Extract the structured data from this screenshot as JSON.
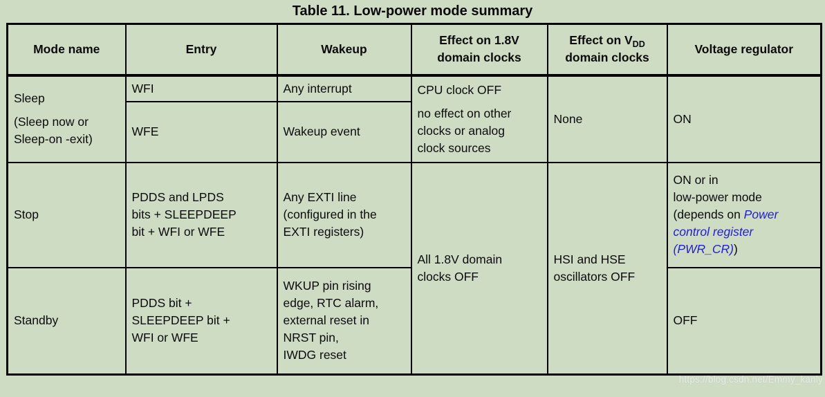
{
  "page": {
    "title": "Table 11. Low-power mode summary",
    "watermark": "https://blog.csdn.net/Emmy_kanly",
    "background_color": "#cedcc4",
    "link_color": "#2121cf"
  },
  "table": {
    "headers": {
      "mode": "Mode name",
      "entry": "Entry",
      "wakeup": "Wakeup",
      "effect_18v": "Effect on 1.8V\ndomain clocks",
      "effect_vdd_pre": "Effect on V",
      "effect_vdd_sub": "DD",
      "effect_vdd_line2": "domain clocks",
      "regulator": "Voltage regulator"
    },
    "rows": {
      "sleep": {
        "mode_p1": "Sleep",
        "mode_p2": "(Sleep now or\nSleep-on -exit)",
        "entry_wfi": "WFI",
        "entry_wfe": "WFE",
        "wakeup_wfi": "Any interrupt",
        "wakeup_wfe": "Wakeup event",
        "effect_18v_p1": "CPU clock OFF",
        "effect_18v_p2": "no effect on other\nclocks or analog\nclock sources",
        "effect_vdd": "None",
        "regulator": "ON"
      },
      "stop": {
        "mode": "Stop",
        "entry": "PDDS and LPDS\nbits + SLEEPDEEP\nbit + WFI or WFE",
        "wakeup": "Any EXTI line\n(configured in the\nEXTI registers)",
        "regulator_pre": "ON or in\nlow-power mode\n(depends on ",
        "regulator_link": "Power\ncontrol register\n(PWR_CR)",
        "regulator_post": ")"
      },
      "standby": {
        "mode": "Standby",
        "entry": "PDDS bit +\nSLEEPDEEP bit +\nWFI or WFE",
        "wakeup": "WKUP pin rising\nedge, RTC alarm,\nexternal reset in\nNRST pin,\nIWDG reset",
        "regulator": "OFF"
      },
      "merged": {
        "effect_18v": "All 1.8V domain\nclocks OFF",
        "effect_vdd": "HSI and HSE\noscillators OFF"
      }
    }
  }
}
